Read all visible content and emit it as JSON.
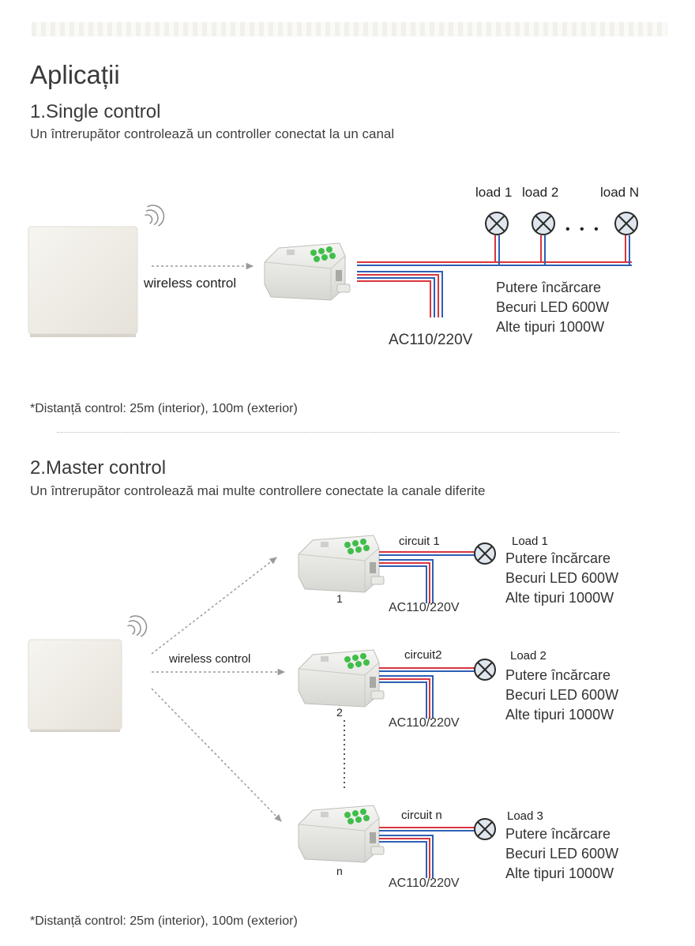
{
  "title": "Aplicații",
  "section1": {
    "heading": "1.Single control",
    "description": "Un întrerupător controlează un controller conectat la un canal",
    "wireless_label": "wireless control",
    "loads": [
      "load 1",
      "load 2",
      "load N"
    ],
    "dots": "• • •",
    "ac_label": "AC110/220V",
    "power_lines": [
      "Putere încărcare",
      "Becuri LED 600W",
      "Alte tipuri 1000W"
    ],
    "footnote": "*Distanță control: 25m (interior), 100m (exterior)"
  },
  "section2": {
    "heading": "2.Master control",
    "description": "Un întrerupător controlează mai multe controllere conectate la canale diferite",
    "wireless_label": "wireless control",
    "rows": [
      {
        "index": "1",
        "circuit": "circuit 1",
        "load": "Load 1",
        "ac": "AC110/220V",
        "lines": [
          "Putere încărcare",
          "Becuri LED 600W",
          "Alte tipuri 1000W"
        ]
      },
      {
        "index": "2",
        "circuit": "circuit2",
        "load": "Load 2",
        "ac": "AC110/220V",
        "lines": [
          "Putere încărcare",
          "Becuri LED 600W",
          "Alte tipuri 1000W"
        ]
      },
      {
        "index": "n",
        "circuit": "circuit n",
        "load": "Load 3",
        "ac": "AC110/220V",
        "lines": [
          "Putere încărcare",
          "Becuri LED 600W",
          "Alte tipuri 1000W"
        ]
      }
    ],
    "footnote": "*Distanță control: 25m (interior), 100m (exterior)"
  },
  "colors": {
    "live_wire": "#d9363e",
    "neutral_wire": "#2f5fb3",
    "lamp_fill": "#dfe6ee",
    "module_led": "#3fbf4a"
  }
}
